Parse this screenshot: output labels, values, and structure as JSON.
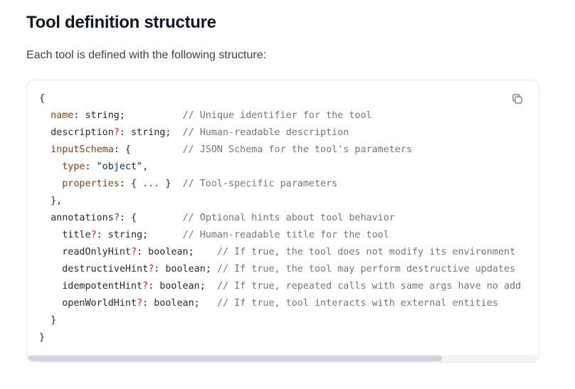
{
  "heading": "Tool definition structure",
  "intro": "Each tool is defined with the following structure:",
  "code_block": {
    "copy_icon": "copy-icon",
    "lines": [
      [
        {
          "t": "{",
          "c": "pl"
        }
      ],
      [
        {
          "t": "  ",
          "c": "pl"
        },
        {
          "t": "name",
          "c": "key"
        },
        {
          "t": ": string;          ",
          "c": "pl"
        },
        {
          "t": "// Unique identifier for the tool",
          "c": "cm"
        }
      ],
      [
        {
          "t": "  description",
          "c": "pl"
        },
        {
          "t": "?",
          "c": "op"
        },
        {
          "t": ": string;  ",
          "c": "pl"
        },
        {
          "t": "// Human-readable description",
          "c": "cm"
        }
      ],
      [
        {
          "t": "  ",
          "c": "pl"
        },
        {
          "t": "inputSchema",
          "c": "key"
        },
        {
          "t": ": {         ",
          "c": "pl"
        },
        {
          "t": "// JSON Schema for the tool's parameters",
          "c": "cm"
        }
      ],
      [
        {
          "t": "    ",
          "c": "pl"
        },
        {
          "t": "type",
          "c": "key"
        },
        {
          "t": ": ",
          "c": "pl"
        },
        {
          "t": "\"object\"",
          "c": "str"
        },
        {
          "t": ",",
          "c": "pl"
        }
      ],
      [
        {
          "t": "    ",
          "c": "pl"
        },
        {
          "t": "properties",
          "c": "key"
        },
        {
          "t": ": { ",
          "c": "pl"
        },
        {
          "t": "...",
          "c": "key"
        },
        {
          "t": " }  ",
          "c": "pl"
        },
        {
          "t": "// Tool-specific parameters",
          "c": "cm"
        }
      ],
      [
        {
          "t": "  },",
          "c": "pl"
        }
      ],
      [
        {
          "t": "  annotations",
          "c": "pl"
        },
        {
          "t": "?",
          "c": "op"
        },
        {
          "t": ": {        ",
          "c": "pl"
        },
        {
          "t": "// Optional hints about tool behavior",
          "c": "cm"
        }
      ],
      [
        {
          "t": "    title",
          "c": "pl"
        },
        {
          "t": "?",
          "c": "op"
        },
        {
          "t": ": string;      ",
          "c": "pl"
        },
        {
          "t": "// Human-readable title for the tool",
          "c": "cm"
        }
      ],
      [
        {
          "t": "    readOnlyHint",
          "c": "pl"
        },
        {
          "t": "?",
          "c": "op"
        },
        {
          "t": ": boolean;    ",
          "c": "pl"
        },
        {
          "t": "// If true, the tool does not modify its environment",
          "c": "cm"
        }
      ],
      [
        {
          "t": "    destructiveHint",
          "c": "pl"
        },
        {
          "t": "?",
          "c": "op"
        },
        {
          "t": ": boolean; ",
          "c": "pl"
        },
        {
          "t": "// If true, the tool may perform destructive updates",
          "c": "cm"
        }
      ],
      [
        {
          "t": "    idempotentHint",
          "c": "pl"
        },
        {
          "t": "?",
          "c": "op"
        },
        {
          "t": ": boolean;  ",
          "c": "pl"
        },
        {
          "t": "// If true, repeated calls with same args have no add",
          "c": "cm"
        }
      ],
      [
        {
          "t": "    openWorldHint",
          "c": "pl"
        },
        {
          "t": "?",
          "c": "op"
        },
        {
          "t": ": boolean;   ",
          "c": "pl"
        },
        {
          "t": "// If true, tool interacts with external entities",
          "c": "cm"
        }
      ],
      [
        {
          "t": "  }",
          "c": "pl"
        }
      ],
      [
        {
          "t": "}",
          "c": "pl"
        }
      ]
    ]
  },
  "colors": {
    "key": "#953800",
    "operator": "#cf222e",
    "string": "#0a3069",
    "comment": "#6e7781",
    "plain": "#24292f"
  }
}
